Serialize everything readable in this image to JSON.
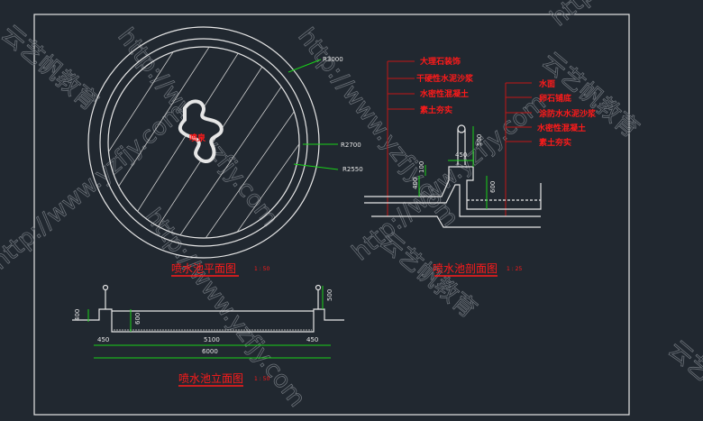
{
  "plan": {
    "title": "喷水池平面图",
    "scale": "1 : 50",
    "center_label": "喷泉",
    "radii": [
      "R3000",
      "R2700",
      "R2550"
    ]
  },
  "section": {
    "title": "喷水池剖面图",
    "scale": "1 : 25",
    "left_labels": [
      "大理石装饰",
      "干硬性水泥沙浆",
      "水密性混凝土",
      "素土夯实"
    ],
    "right_labels": [
      "水面",
      "卵石铺底",
      "涂防水水泥沙浆",
      "水密性混凝土",
      "素土夯实"
    ],
    "dims": [
      "450",
      "500",
      "100",
      "400",
      "600"
    ]
  },
  "elevation": {
    "title": "喷水池立面图",
    "scale": "1 : 50",
    "dims": {
      "left_h": "400",
      "inner_h": "600",
      "post_h": "500",
      "left_w": "450",
      "mid_w": "5100",
      "right_w": "450",
      "total_w": "6000"
    }
  },
  "watermarks": [
    "http://www.yzfjy.com",
    "云艺帆教育"
  ],
  "colors": {
    "background": "#212830",
    "lines": "#e6e6e6",
    "dimension": "#19d219",
    "annotation": "#ff1a1a"
  }
}
